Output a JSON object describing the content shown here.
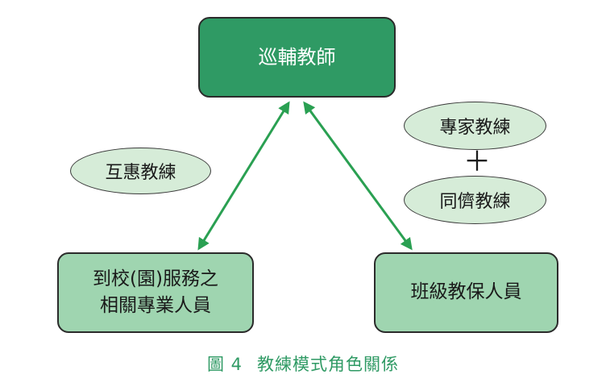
{
  "nodes": {
    "itinerant_teacher": "巡輔教師",
    "school_professionals": {
      "line1": "到校(園)服務之",
      "line2": "相關專業人員"
    },
    "class_staff": "班級教保人員"
  },
  "ovals": {
    "mutual_coaching": "互惠教練",
    "expert_coaching": "專家教練",
    "plus": "＋",
    "peer_coaching": "同儕教練"
  },
  "caption": {
    "figure_number": "圖 4",
    "title": "教練模式角色關係"
  },
  "colors": {
    "top_box_fill": "#2f9a64",
    "bottom_box_fill": "#9fd5b0",
    "oval_fill": "#d6ecd8",
    "arrow": "#2aa052",
    "caption": "#2f9a64"
  }
}
